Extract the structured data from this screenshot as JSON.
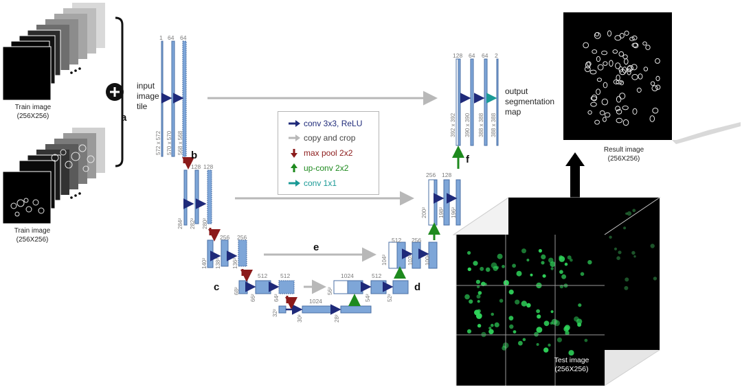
{
  "colors": {
    "block_fill": "#7ea6d8",
    "block_stroke": "#4a6fa5",
    "conv_arrow": "#1f2a7a",
    "copy_arrow": "#b8b8b8",
    "pool_arrow": "#8b1a1a",
    "upconv_arrow": "#1e8a1e",
    "conv1x1_arrow": "#1a9a96",
    "cell_green": "#2fd35a"
  },
  "train_images": {
    "top_caption": [
      "Train image",
      "(256X256)"
    ],
    "bottom_caption": [
      "Train image",
      "(256X256)"
    ],
    "plus_icon": "plus-icon",
    "bracket_label": "a"
  },
  "unet": {
    "input_label": [
      "input",
      "image",
      "tile"
    ],
    "output_label": [
      "output",
      "segmentation",
      "map"
    ],
    "channels": {
      "l1": [
        "1",
        "64",
        "64"
      ],
      "l2": [
        "128",
        "128"
      ],
      "l3": [
        "256",
        "256"
      ],
      "l4": [
        "512",
        "512"
      ],
      "bottom": [
        "1024"
      ],
      "bottom_right": [
        "1024"
      ],
      "u4": [
        "512"
      ],
      "u3": [
        "512",
        "256"
      ],
      "u2": [
        "256",
        "128"
      ],
      "u1": [
        "128",
        "64",
        "64",
        "2"
      ]
    },
    "dims": {
      "l1": [
        "572 x 572",
        "570 x 570",
        "568 x 568"
      ],
      "l2": [
        "284²",
        "282²",
        "280²"
      ],
      "l3": [
        "140²",
        "138²",
        "136²"
      ],
      "l4": [
        "68²",
        "66²",
        "64²"
      ],
      "bottom": [
        "32²",
        "30²",
        "28²"
      ],
      "u4": [
        "56²",
        "54²",
        "52²"
      ],
      "u3": [
        "104²",
        "102²",
        "100²"
      ],
      "u2": [
        "200²",
        "198²",
        "196²"
      ],
      "u1": [
        "392 x 392",
        "390 x 390",
        "388 x 388",
        "388 x 388"
      ]
    },
    "letters": {
      "b": "b",
      "c": "c",
      "d": "d",
      "e": "e",
      "f": "f"
    }
  },
  "legend": {
    "items": [
      {
        "label": "conv 3x3, ReLU",
        "icon": "conv-arrow-icon"
      },
      {
        "label": "copy and crop",
        "icon": "copy-arrow-icon"
      },
      {
        "label": "max pool 2x2",
        "icon": "pool-arrow-icon"
      },
      {
        "label": "up-conv 2x2",
        "icon": "upconv-arrow-icon"
      },
      {
        "label": "conv 1x1",
        "icon": "conv1x1-arrow-icon"
      }
    ]
  },
  "result_image": {
    "caption": [
      "Result image",
      "(256X256)"
    ]
  },
  "test_image": {
    "caption": [
      "Test image",
      "(256X256)"
    ]
  }
}
